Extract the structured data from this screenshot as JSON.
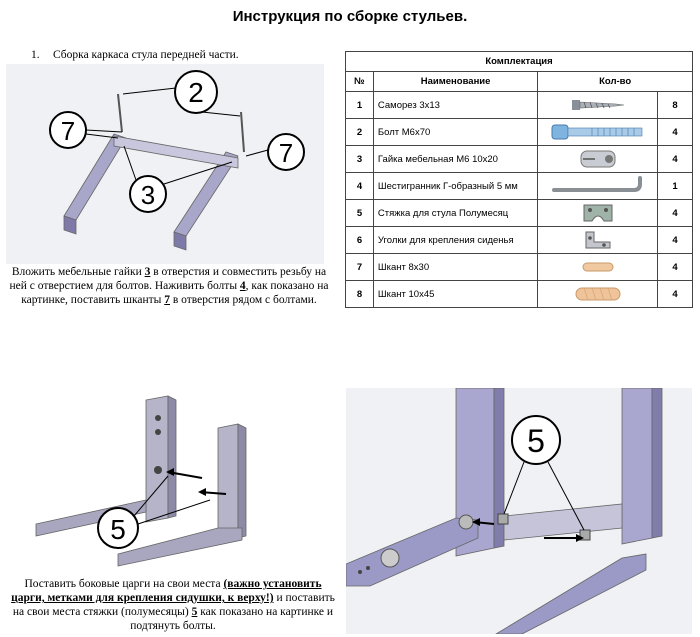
{
  "title": "Инструкция по сборке стульев.",
  "step1": {
    "number": "1.",
    "text": "Сборка каркаса стула передней части."
  },
  "fig1_labels": {
    "l2": "2",
    "l7a": "7",
    "l7b": "7",
    "l3": "3"
  },
  "fig2_labels": {
    "l5": "5"
  },
  "fig3_labels": {
    "l5": "5"
  },
  "caption1": {
    "t1": "Вложить мебельные гайки ",
    "n3": "3",
    "t2": " в отверстия и совместить резьбу на ней с отверстием для болтов. Наживить болты ",
    "n4": "4",
    "t3": ", как показано на картинке, поставить шканты ",
    "n7": "7",
    "t4": " в отверстия рядом с болтами."
  },
  "caption2": {
    "t1": "Поставить боковые царги на свои места ",
    "bold": "(важно установить царги, метками для крепления сидушки, к верху!)",
    "t2": " и поставить на свои места стяжки (полумесяцы) ",
    "n5": "5",
    "t3": " как показано на картинке и подтянуть болты."
  },
  "kit": {
    "caption": "Комплектация",
    "headers": {
      "num": "№",
      "name": "Наименование",
      "qty": "Кол-во"
    },
    "rows": [
      {
        "num": "1",
        "name": "Саморез 3х13",
        "qty": "8",
        "icon": "screw-icon"
      },
      {
        "num": "2",
        "name": "Болт  М6х70",
        "qty": "4",
        "icon": "bolt-icon"
      },
      {
        "num": "3",
        "name": "Гайка мебельная М6 10х20",
        "qty": "4",
        "icon": "barrel-nut-icon"
      },
      {
        "num": "4",
        "name": "Шестигранник Г-образный 5 мм",
        "qty": "1",
        "icon": "hex-key-icon"
      },
      {
        "num": "5",
        "name": "Стяжка для стула Полумесяц",
        "qty": "4",
        "icon": "crescent-bracket-icon"
      },
      {
        "num": "6",
        "name": "Уголки для крепления сиденья",
        "qty": "4",
        "icon": "corner-bracket-icon"
      },
      {
        "num": "7",
        "name": "Шкант 8х30",
        "qty": "4",
        "icon": "dowel-small-icon"
      },
      {
        "num": "8",
        "name": "Шкант 10х45",
        "qty": "4",
        "icon": "dowel-large-icon"
      }
    ]
  }
}
